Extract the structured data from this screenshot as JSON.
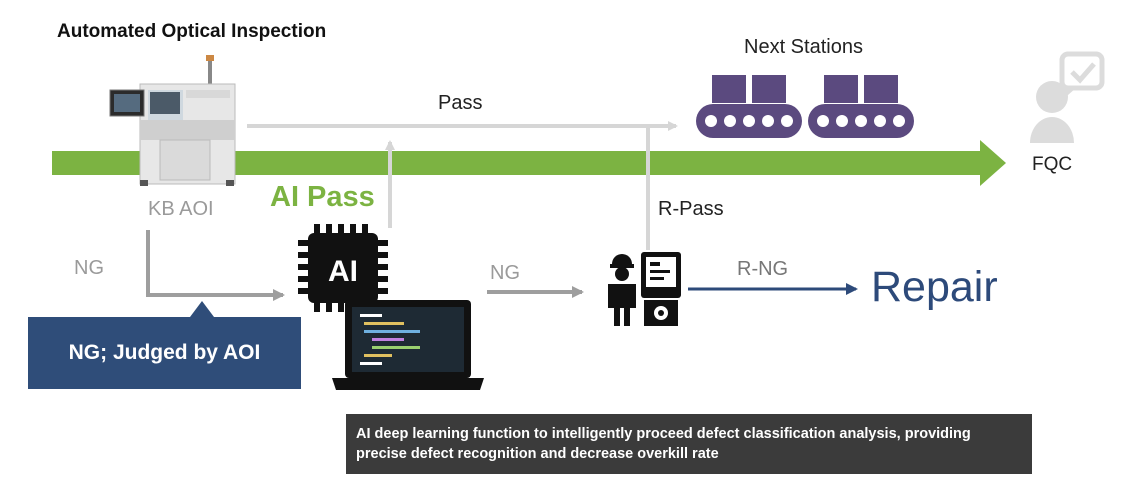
{
  "title": "Automated Optical Inspection",
  "next_stations": "Next Stations",
  "pass": "Pass",
  "fqc": "FQC",
  "kb_aoi": "KB AOI",
  "ai_pass": "AI Pass",
  "r_pass": "R-Pass",
  "ng_left": "NG",
  "ng_mid": "NG",
  "r_ng": "R-NG",
  "repair": "Repair",
  "ng_box": "NG; Judged by AOI",
  "ai_chip": "AI",
  "description": "AI deep learning function to intelligently proceed defect classification analysis, providing precise defect recognition and decrease overkill rate",
  "colors": {
    "main_flow": "#7cb342",
    "ng_box": "#2f4d79",
    "repair": "#2d4a7a",
    "desc_box": "#3b3b3b",
    "gray_arrow": "#9e9e9e",
    "light_arrow": "#d6d6d6"
  },
  "icons": [
    "aoi-machine-icon",
    "conveyor-icon",
    "ai-chip-icon",
    "laptop-code-icon",
    "operator-station-icon",
    "fqc-inspector-icon"
  ]
}
